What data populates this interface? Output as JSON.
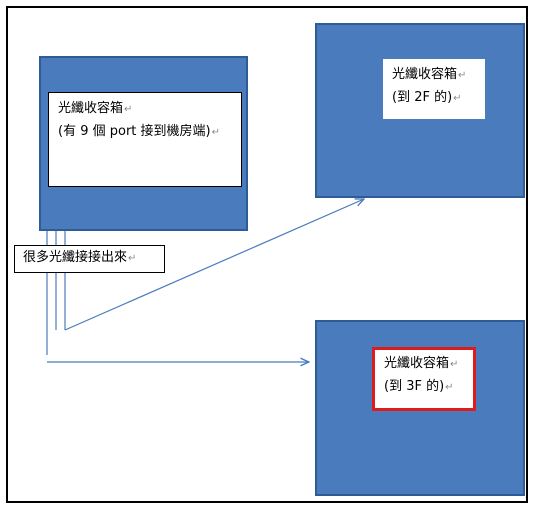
{
  "colors": {
    "box_fill": "#4a7bbd",
    "box_border": "#2f5c96",
    "arrow": "#4a7bbd",
    "highlight": "#e01b1b"
  },
  "boxes": {
    "left": {
      "title": "光纖收容箱",
      "subtitle": "(有 9 個 port 接到機房端)"
    },
    "top_right": {
      "title": "光纖收容箱",
      "subtitle": "(到 2F 的)"
    },
    "bottom_right": {
      "title": "光纖收容箱",
      "subtitle": "(到 3F 的)"
    }
  },
  "note": {
    "text": "很多光纖接接出來"
  },
  "paragraph_mark": "↵"
}
